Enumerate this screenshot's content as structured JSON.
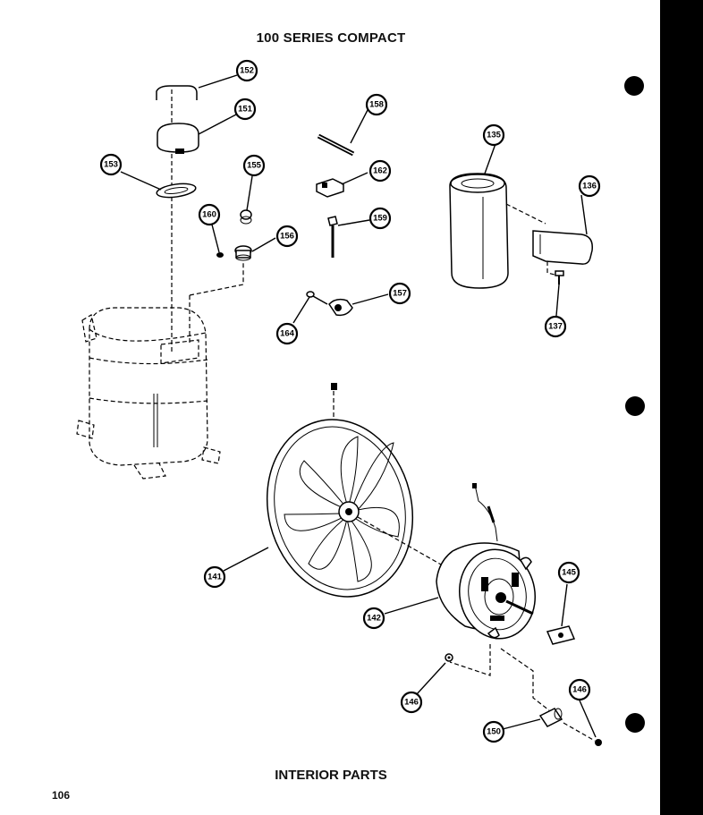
{
  "header": {
    "title": "100 SERIES COMPACT"
  },
  "footer": {
    "caption": "INTERIOR PARTS",
    "page_number": "106"
  },
  "callouts": [
    {
      "id": "c152",
      "label": "152"
    },
    {
      "id": "c151",
      "label": "151"
    },
    {
      "id": "c153",
      "label": "153"
    },
    {
      "id": "c155",
      "label": "155"
    },
    {
      "id": "c160",
      "label": "160"
    },
    {
      "id": "c156",
      "label": "156"
    },
    {
      "id": "c158",
      "label": "158"
    },
    {
      "id": "c162",
      "label": "162"
    },
    {
      "id": "c159",
      "label": "159"
    },
    {
      "id": "c157",
      "label": "157"
    },
    {
      "id": "c164",
      "label": "164"
    },
    {
      "id": "c135",
      "label": "135"
    },
    {
      "id": "c136",
      "label": "136"
    },
    {
      "id": "c137",
      "label": "137"
    },
    {
      "id": "c141",
      "label": "141"
    },
    {
      "id": "c142",
      "label": "142"
    },
    {
      "id": "c145",
      "label": "145"
    },
    {
      "id": "c146a",
      "label": "146"
    },
    {
      "id": "c146b",
      "label": "146"
    },
    {
      "id": "c150",
      "label": "150"
    }
  ]
}
